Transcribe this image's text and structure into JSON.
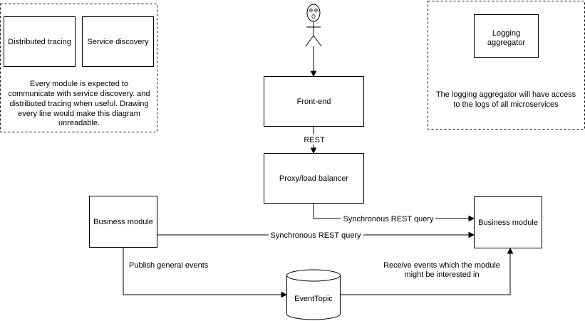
{
  "nodes": {
    "distributed_tracing": "Distributed tracing",
    "service_discovery": "Service discovery",
    "note_left": [
      "Every module is expected to",
      "communicate with service discovery. and",
      "distributed tracing when useful. Drawing",
      "every line would make this diagram",
      "unreadable."
    ],
    "logging_aggregator": [
      "Logging",
      "aggregator"
    ],
    "note_right": [
      "The logging aggregator will have access",
      "to the logs of all microservices"
    ],
    "frontend": "Front-end",
    "proxy": "Proxy/load balancer",
    "business_left": "Business module",
    "business_right": "Business module",
    "event_topic": "EventTopic"
  },
  "edges": {
    "rest": "REST",
    "sync_query_top": "Synchronous REST query",
    "sync_query_bottom": "Synchronous REST query",
    "publish": "Publish general events",
    "receive": [
      "Receive events which the module",
      "might be interested in"
    ]
  }
}
